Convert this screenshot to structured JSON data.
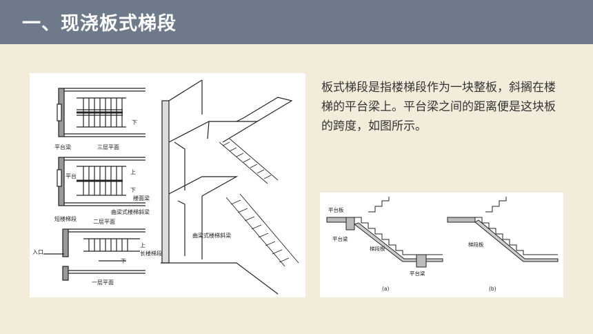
{
  "header": {
    "title": "一、现浇板式梯段",
    "bg_color": "#6e7a8a"
  },
  "paragraph": "板式梯段是指楼梯段作为一块整板，斜搁在楼梯的平台梁上。平台梁之间的距离便是这块板的跨度，如图所示。",
  "figure_left": {
    "labels": {
      "platform_beam": "平台梁",
      "third_floor_plan": "三层平面",
      "platform": "平台",
      "up": "上",
      "down": "下",
      "floor_beam": "楼面梁",
      "curved_beam": "曲梁式楼梯斜梁",
      "short_flight": "短楼梯段",
      "second_floor_plan": "二层平面",
      "entrance": "入口",
      "long_flight": "长楼梯段",
      "first_floor_plan": "一层平面",
      "iso_label": "曲梁式楼梯斜梁"
    }
  },
  "figure_right": {
    "labels": {
      "platform_slab": "平台板",
      "platform_beam": "平台梁",
      "flight_slab": "梯段板",
      "platform_beam_bottom": "平台梁",
      "caption_a": "(a)",
      "caption_b": "(b)"
    }
  },
  "background_color": "#f3ecdb"
}
